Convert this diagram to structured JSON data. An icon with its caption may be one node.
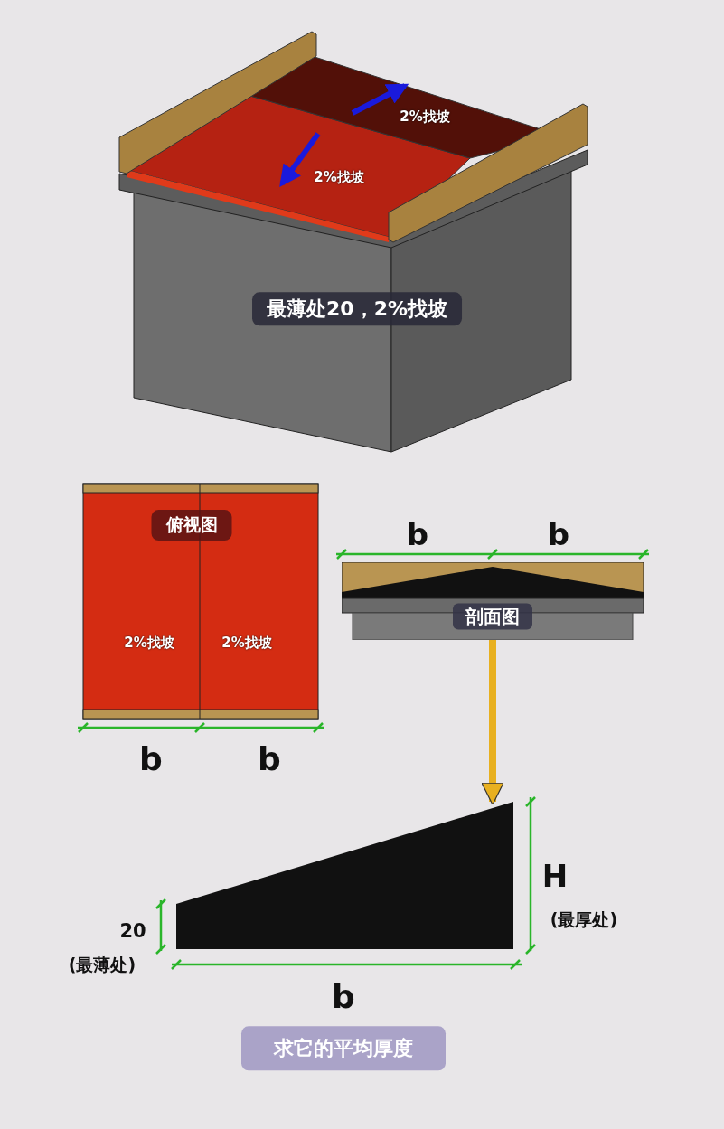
{
  "diagram": {
    "nodes": [
      {
        "text": [
          "剖面图"
        ]
      },
      {
        "text": [],
        "shape": "trapezoid"
      }
    ],
    "edges": [
      {
        "from": 0,
        "to": 1,
        "arrow": "to",
        "color": "#e8b020"
      }
    ],
    "labels": [
      "2%找坡",
      "2%找坡",
      "最薄处20，2%找坡",
      "俯视图",
      "b",
      "b",
      "2%找坡",
      "2%找坡",
      "b",
      "b",
      "H",
      "(最厚处)",
      "20",
      "(最薄处)",
      "b",
      "求它的平均厚度"
    ]
  }
}
